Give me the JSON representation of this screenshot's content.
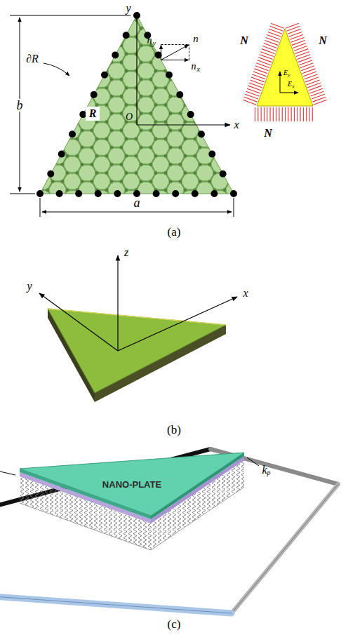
{
  "diagram": {
    "nodes": [
      {
        "text": [
          "R"
        ]
      },
      {
        "text": [
          "E",
          "y",
          "E",
          "x"
        ]
      }
    ],
    "labels": [
      "b",
      "y",
      "O",
      "x",
      "∂R",
      "n",
      "y",
      "n",
      "n",
      "x",
      "N",
      "N",
      "N",
      "a",
      "(a)",
      "z",
      "y",
      "x",
      "(b)",
      "NANO-PLATE",
      "k",
      "p",
      "(c)"
    ]
  }
}
